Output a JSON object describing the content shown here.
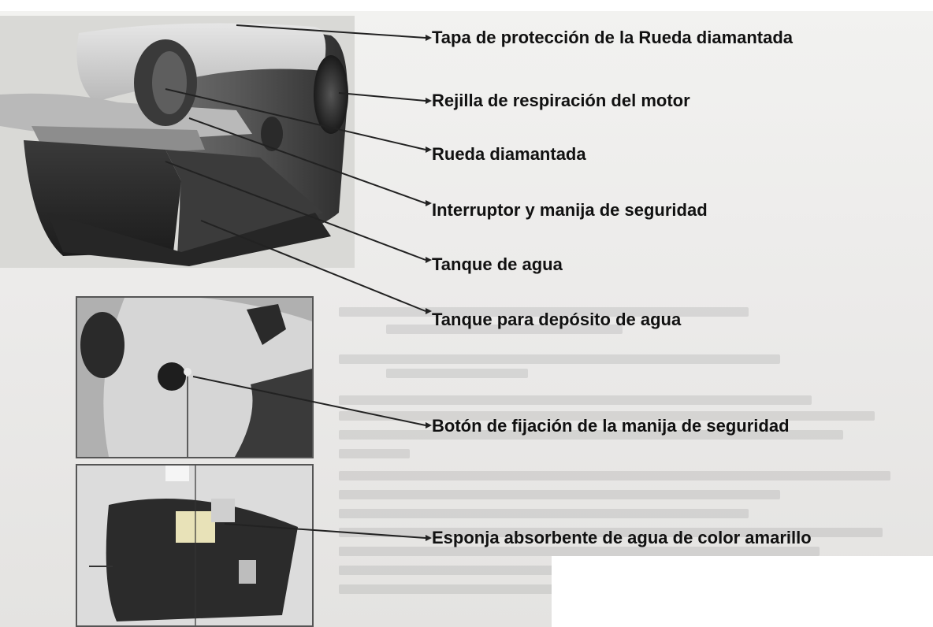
{
  "labels": [
    "Tapa de protección de la Rueda diamantada",
    "Rejilla de respiración del motor",
    "Rueda diamantada",
    "Interruptor y manija de seguridad",
    "Tanque de agua",
    "Tanque para depósito de agua",
    "Botón de fijación de la manija de seguridad",
    "Esponja absorbente de agua de color amarillo"
  ],
  "colors": {
    "label_text": "#111111",
    "leader_line": "#222222",
    "scan_background": "#efeeec",
    "device_dark": "#2b2b2b",
    "device_light": "#cfcfcf",
    "sponge": "#e8e2b8"
  },
  "icons": [
    "diamond-wheel-cover",
    "motor-vent-grille",
    "diamond-wheel",
    "safety-switch-handle",
    "water-tank",
    "water-reservoir",
    "fixing-knob",
    "absorbent-sponge"
  ]
}
